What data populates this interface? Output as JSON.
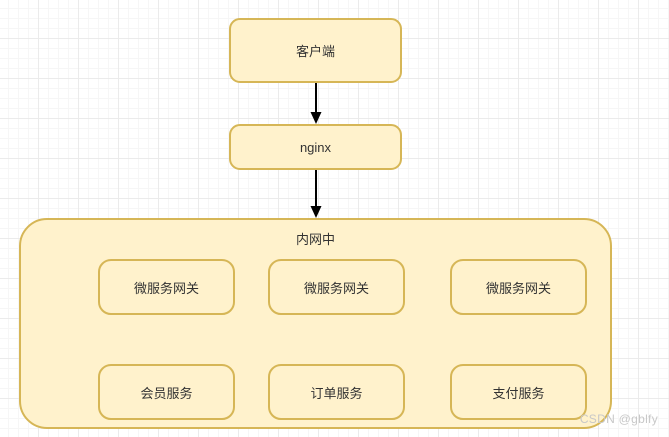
{
  "diagram": {
    "nodes": {
      "client": "客户端",
      "nginx": "nginx",
      "container": "内网中",
      "gateways": [
        "微服务网关",
        "微服务网关",
        "微服务网关"
      ],
      "services": [
        "会员服务",
        "订单服务",
        "支付服务"
      ]
    },
    "arrows": [
      {
        "from": "client",
        "to": "nginx"
      },
      {
        "from": "nginx",
        "to": "container"
      }
    ],
    "watermark": "CSDN @gblfy",
    "colors": {
      "node_fill": "#FFF2CC",
      "node_border": "#D6B656",
      "text": "#333333",
      "arrow": "#000000",
      "watermark_text": "#C8C8C8",
      "grid_minor": "#F6F6F6",
      "grid_major": "#EBEBEB",
      "background": "#FFFFFF"
    }
  }
}
